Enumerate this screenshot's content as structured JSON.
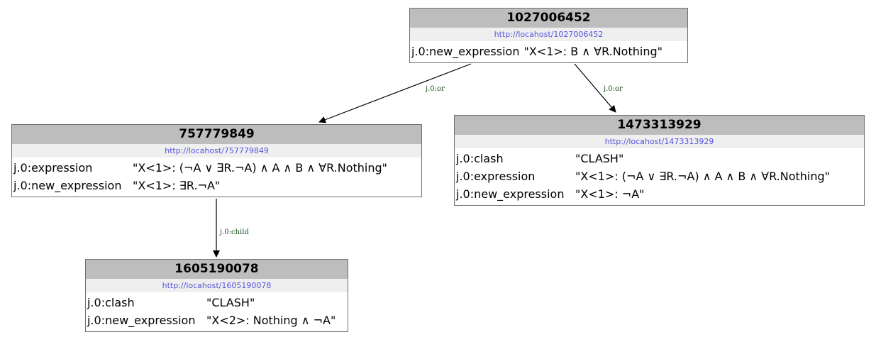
{
  "nodes": [
    {
      "id": "1027006452",
      "url": "http://locahost/1027006452",
      "props": [
        {
          "key": "j.0:new_expression",
          "value": "\"X<1>: B ∧ ∀R.Nothing\""
        }
      ]
    },
    {
      "id": "757779849",
      "url": "http://locahost/757779849",
      "props": [
        {
          "key": "j.0:expression",
          "value": "\"X<1>: (¬A ∨ ∃R.¬A) ∧ A ∧ B ∧ ∀R.Nothing\""
        },
        {
          "key": "j.0:new_expression",
          "value": "\"X<1>: ∃R.¬A\""
        }
      ]
    },
    {
      "id": "1473313929",
      "url": "http://locahost/1473313929",
      "props": [
        {
          "key": "j.0:clash",
          "value": "\"CLASH\""
        },
        {
          "key": "j.0:expression",
          "value": "\"X<1>: (¬A ∨ ∃R.¬A) ∧ A ∧ B ∧ ∀R.Nothing\""
        },
        {
          "key": "j.0:new_expression",
          "value": "\"X<1>: ¬A\""
        }
      ]
    },
    {
      "id": "1605190078",
      "url": "http://locahost/1605190078",
      "props": [
        {
          "key": "j.0:clash",
          "value": "\"CLASH\""
        },
        {
          "key": "j.0:new_expression",
          "value": "\"X<2>: Nothing ∧ ¬A\""
        }
      ]
    }
  ],
  "edges": [
    {
      "from": "1027006452",
      "to": "757779849",
      "label": "j.0:or"
    },
    {
      "from": "1027006452",
      "to": "1473313929",
      "label": "j.0:or"
    },
    {
      "from": "757779849",
      "to": "1605190078",
      "label": "j.0:child"
    }
  ],
  "colors": {
    "title_bg": "#bdbdbd",
    "url_bg": "#efefef",
    "url_text": "#5555dd",
    "edge_label": "#1a4d1a",
    "border": "#6e6e6e"
  }
}
